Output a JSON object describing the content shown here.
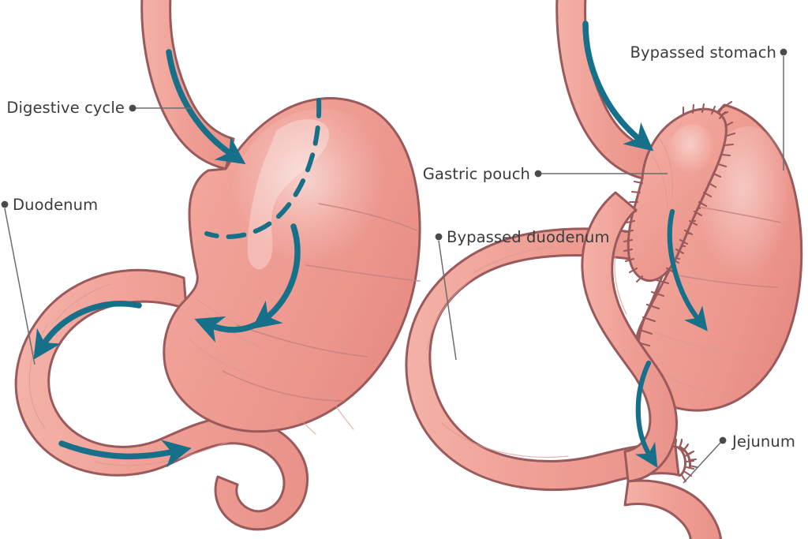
{
  "figure": {
    "title": "Gastric bypass surgery comparison diagram",
    "background_color": "#ffffff",
    "panels": [
      {
        "id": "left",
        "name": "normal-anatomy",
        "caption": ""
      },
      {
        "id": "right",
        "name": "post-bypass-anatomy",
        "caption": ""
      }
    ]
  },
  "colors": {
    "organ_fill": "#f0a096",
    "organ_fill_light": "#f3aea4",
    "organ_fill_dark": "#e8918a",
    "organ_outline": "#9a5a5c",
    "rugae": "#c7827f",
    "flow_arrow": "#17708a",
    "label_text": "#3b3b3b",
    "leader_line": "#6d6d6d",
    "background": "#ffffff"
  },
  "labels": {
    "digestive_cycle": {
      "text": "Digestive cycle",
      "panel": "left",
      "anchor": "end"
    },
    "duodenum": {
      "text": "Duodenum",
      "panel": "left",
      "anchor": "start"
    },
    "bypassed_stomach": {
      "text": "Bypassed stomach",
      "panel": "right",
      "anchor": "end"
    },
    "gastric_pouch": {
      "text": "Gastric pouch",
      "panel": "right",
      "anchor": "end"
    },
    "bypassed_duodenum": {
      "text": "Bypassed duodenum",
      "panel": "right",
      "anchor": "start"
    },
    "jejunum": {
      "text": "Jejunum",
      "panel": "right",
      "anchor": "start"
    }
  },
  "annotations": {
    "dashed_cut_line": "dashed teal line marking planned gastric pouch division on the normal stomach",
    "staple_lines": "hatched staple marks along the divided gastric pouch, bypassed stomach and blind duodenal stump",
    "arrow_count_left": 4,
    "arrow_count_right": 3
  }
}
